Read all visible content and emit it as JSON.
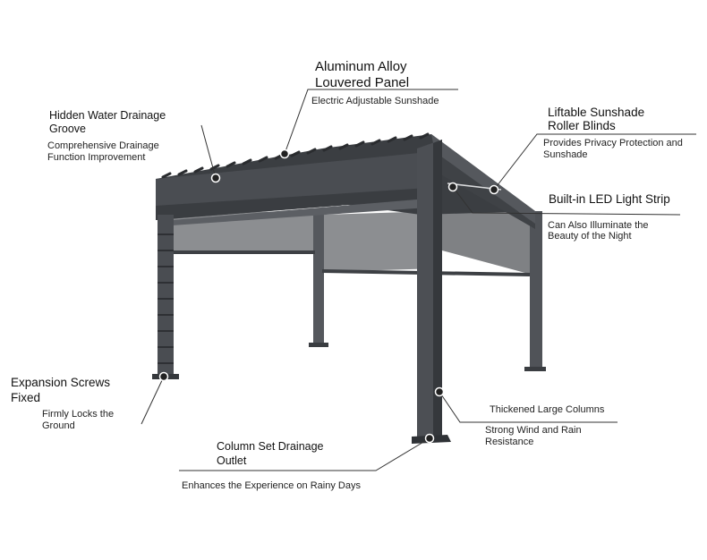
{
  "colors": {
    "frame": "#4a4d52",
    "frame_dark": "#2f3236",
    "frame_light": "#6b6f75",
    "blind": "#8c8e91",
    "leader": "#333333",
    "dot": "#222222"
  },
  "labels": {
    "louvered_panel": {
      "title_line1": "Aluminum Alloy",
      "title_line2": "Louvered Panel",
      "desc": "Electric Adjustable Sunshade"
    },
    "drainage_groove": {
      "title_line1": "Hidden Water Drainage",
      "title_line2": "Groove",
      "desc_line1": "Comprehensive Drainage",
      "desc_line2": "Function Improvement"
    },
    "roller_blinds": {
      "title_line1": "Liftable Sunshade",
      "title_line2": "Roller Blinds",
      "desc_line1": "Provides Privacy Protection and",
      "desc_line2": "Sunshade"
    },
    "led_strip": {
      "title": "Built-in LED Light Strip",
      "desc_line1": "Can Also Illuminate the",
      "desc_line2": "Beauty of the Night"
    },
    "expansion_screws": {
      "title_line1": "Expansion Screws",
      "title_line2": "Fixed",
      "desc_line1": "Firmly Locks the",
      "desc_line2": "Ground"
    },
    "column_drainage": {
      "title_line1": "Column Set Drainage",
      "title_line2": "Outlet",
      "desc": "Enhances the Experience on Rainy Days"
    },
    "large_columns": {
      "title": "Thickened Large Columns",
      "desc_line1": "Strong Wind and Rain",
      "desc_line2": "Resistance"
    }
  }
}
